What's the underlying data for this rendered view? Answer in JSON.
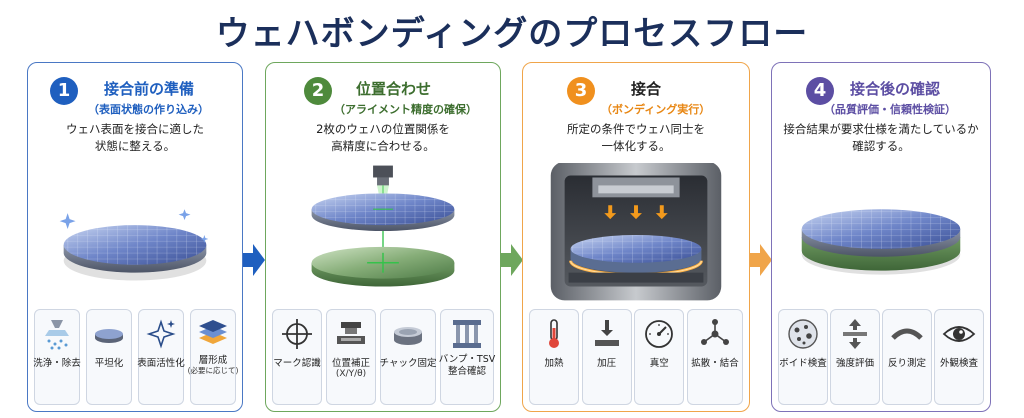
{
  "title": "ウェハボンディングのプロセスフロー",
  "colors": {
    "blue": "#1f5fbf",
    "green": "#4e8a3c",
    "orange": "#f0901e",
    "purple": "#5c4ea3"
  },
  "steps": [
    {
      "number": "1",
      "title": "接合前の準備",
      "subtitle": "（表面状態の作り込み）",
      "description": "ウェハ表面を接合に適した\n状態に整える。",
      "icons": [
        {
          "icon": "spray-icon",
          "label": "洗浄・除去"
        },
        {
          "icon": "flat-disc-icon",
          "label": "平坦化"
        },
        {
          "icon": "sparkle-icon",
          "label": "表面活性化"
        },
        {
          "icon": "layers-icon",
          "label": "層形成",
          "note": "(必要に応じて)"
        }
      ]
    },
    {
      "number": "2",
      "title": "位置合わせ",
      "subtitle": "（アライメント精度の確保）",
      "description": "2枚のウェハの位置関係を\n高精度に合わせる。",
      "icons": [
        {
          "icon": "crosshair-icon",
          "label": "マーク認識"
        },
        {
          "icon": "stage-icon",
          "label": "位置補正",
          "note": "(X/Y/θ)"
        },
        {
          "icon": "chuck-icon",
          "label": "チャック固定"
        },
        {
          "icon": "bump-icon",
          "label": "バンプ・TSV",
          "label2": "整合確認"
        }
      ]
    },
    {
      "number": "3",
      "title": "接合",
      "subtitle": "（ボンディング実行）",
      "description": "所定の条件でウェハ同士を\n一体化する。",
      "icons": [
        {
          "icon": "thermometer-icon",
          "label": "加熱"
        },
        {
          "icon": "press-down-icon",
          "label": "加圧"
        },
        {
          "icon": "gauge-icon",
          "label": "真空"
        },
        {
          "icon": "molecule-icon",
          "label": "拡散・結合"
        }
      ]
    },
    {
      "number": "4",
      "title": "接合後の確認",
      "subtitle": "（品質評価・信頼性検証）",
      "description": "接合結果が要求仕様を満たしているか\n確認する。",
      "icons": [
        {
          "icon": "void-inspection-icon",
          "label": "ボイド検査"
        },
        {
          "icon": "strength-icon",
          "label": "強度評価"
        },
        {
          "icon": "warp-icon",
          "label": "反り測定"
        },
        {
          "icon": "eye-icon",
          "label": "外観検査"
        }
      ]
    }
  ]
}
